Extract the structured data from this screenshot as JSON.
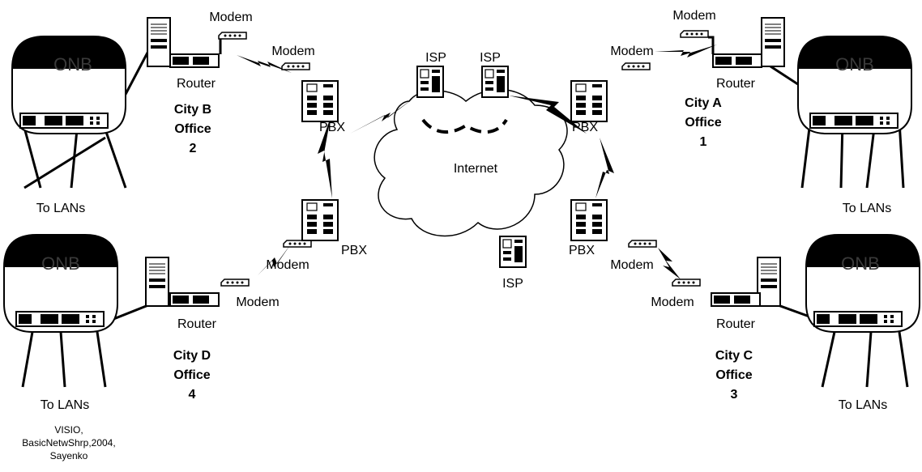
{
  "labels": {
    "modem": "Modem",
    "router": "Router",
    "pbx": "PBX",
    "isp": "ISP",
    "internet": "Internet",
    "onb": "ONB",
    "to_lans": "To LANs"
  },
  "offices": {
    "b": [
      "City B",
      "Office",
      "2"
    ],
    "a": [
      "City A",
      "Office",
      "1"
    ],
    "d": [
      "City D",
      "Office",
      "4"
    ],
    "c": [
      "City C",
      "Office",
      "3"
    ]
  },
  "credit": [
    "VISIO,",
    "BasicNetwShrp,2004,",
    "Sayenko"
  ]
}
